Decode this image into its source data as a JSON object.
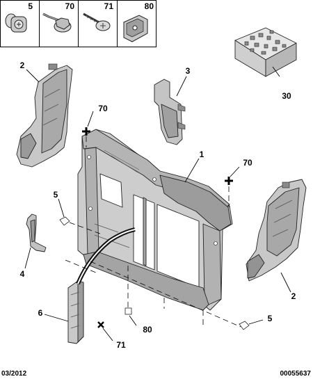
{
  "legend_items": [
    {
      "ref": "5",
      "icon": "plug-clip-icon"
    },
    {
      "ref": "70",
      "icon": "hex-flange-screw-icon"
    },
    {
      "ref": "71",
      "icon": "self-tapping-screw-icon"
    },
    {
      "ref": "80",
      "icon": "latch-bracket-icon"
    }
  ],
  "callouts": {
    "deflector_left": "2",
    "bracket_top": "3",
    "screw_top_left": "70",
    "front_panel": "1",
    "screw_right": "70",
    "clip_left": "5",
    "bracket_left": "4",
    "block": "30",
    "deflector_right": "2",
    "clip_right": "5",
    "reinforcement": "6",
    "latch": "80",
    "screw_bottom": "71"
  },
  "footer": {
    "date": "03/2012",
    "reference": "00055637"
  },
  "colors": {
    "part_fill": "#d2d2d2",
    "part_shade": "#a9a9a9",
    "part_dark": "#6e6e6e",
    "line": "#000000"
  }
}
